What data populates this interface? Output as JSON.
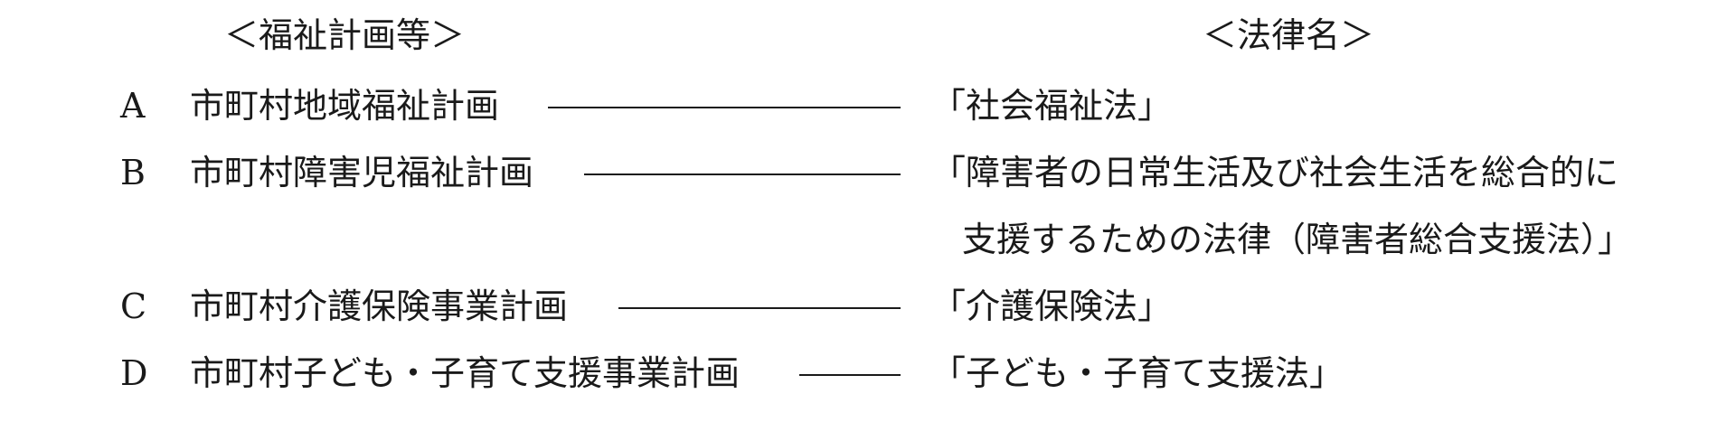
{
  "headers": {
    "left": "＜福祉計画等＞",
    "right": "＜法律名＞"
  },
  "rows": [
    {
      "letter": "A",
      "plan": "市町村地域福祉計画",
      "law_lines": [
        "「社会福祉法」"
      ]
    },
    {
      "letter": "B",
      "plan": "市町村障害児福祉計画",
      "law_lines": [
        "「障害者の日常生活及び社会生活を総合的に",
        "支援するための法律（障害者総合支援法）」"
      ]
    },
    {
      "letter": "C",
      "plan": "市町村介護保険事業計画",
      "law_lines": [
        "「介護保険法」"
      ]
    },
    {
      "letter": "D",
      "plan": "市町村子ども・子育て支援事業計画",
      "law_lines": [
        "「子ども・子育て支援法」"
      ]
    }
  ]
}
